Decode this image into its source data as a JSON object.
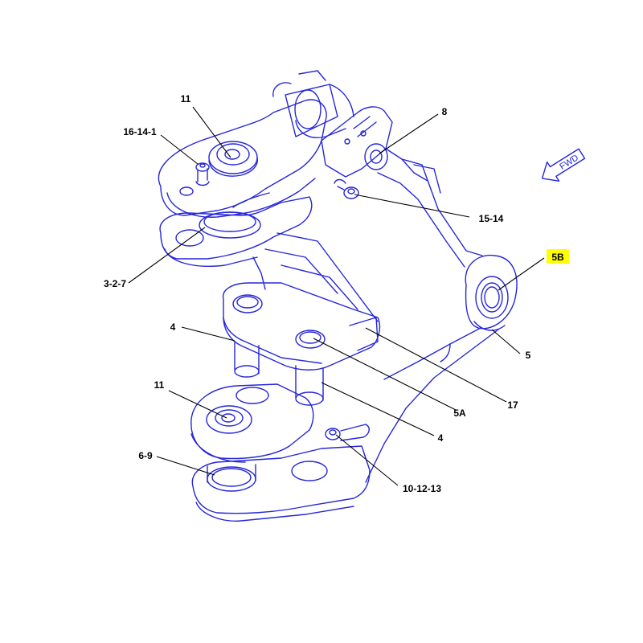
{
  "colors": {
    "line": "#2626d9",
    "highlight": "#ffff00",
    "text": "#000000"
  },
  "fwd_label": "FWD",
  "callouts": [
    {
      "id": "c-11-top",
      "label": "11"
    },
    {
      "id": "c-16-14-1",
      "label": "16-14-1"
    },
    {
      "id": "c-8",
      "label": "8"
    },
    {
      "id": "c-15-14",
      "label": "15-14"
    },
    {
      "id": "c-5b",
      "label": "5B",
      "highlighted": true
    },
    {
      "id": "c-3-2-7",
      "label": "3-2-7"
    },
    {
      "id": "c-5",
      "label": "5"
    },
    {
      "id": "c-4-upper",
      "label": "4"
    },
    {
      "id": "c-17",
      "label": "17"
    },
    {
      "id": "c-11-lower",
      "label": "11"
    },
    {
      "id": "c-5a",
      "label": "5A"
    },
    {
      "id": "c-4-lower",
      "label": "4"
    },
    {
      "id": "c-6-9",
      "label": "6-9"
    },
    {
      "id": "c-10-12-13",
      "label": "10-12-13"
    }
  ]
}
